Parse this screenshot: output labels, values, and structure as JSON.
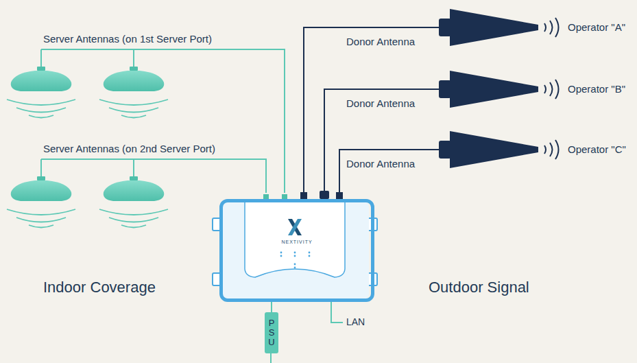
{
  "diagram": {
    "nodes": [
      {
        "text": [
          "Operator \"A\""
        ]
      },
      {
        "text": [
          "Operator \"B\""
        ]
      },
      {
        "text": [
          "Operator \"C\""
        ]
      },
      {
        "text": [
          "NEXTIVITY"
        ]
      },
      {
        "text": [
          "PSU"
        ]
      }
    ],
    "edges": [
      {
        "from": 3,
        "to": 0,
        "arrow": "none",
        "label": "Donor Antenna"
      },
      {
        "from": 3,
        "to": 1,
        "arrow": "none",
        "label": "Donor Antenna"
      },
      {
        "from": 3,
        "to": 2,
        "arrow": "none",
        "label": "Donor Antenna"
      },
      {
        "from": 3,
        "to": 4,
        "arrow": "none"
      }
    ],
    "labels": [
      "Server Antennas (on 1st Server Port)",
      "Server Antennas (on 2nd Server Port)",
      "Indoor Coverage",
      "Outdoor Signal",
      "LAN"
    ]
  }
}
